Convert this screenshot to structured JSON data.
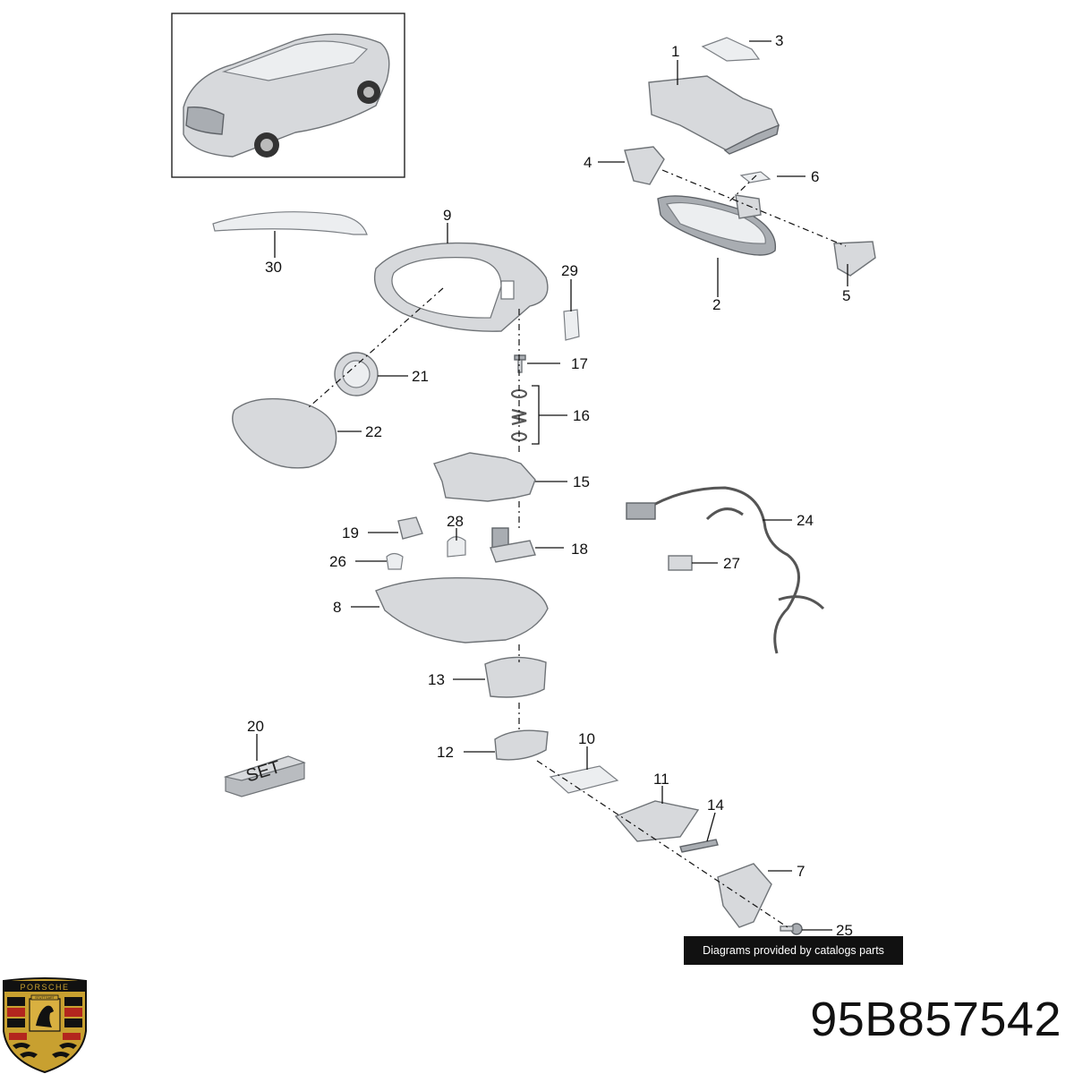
{
  "callouts": [
    {
      "id": "1",
      "label": "1"
    },
    {
      "id": "2",
      "label": "2"
    },
    {
      "id": "3",
      "label": "3"
    },
    {
      "id": "4",
      "label": "4"
    },
    {
      "id": "5",
      "label": "5"
    },
    {
      "id": "6",
      "label": "6"
    },
    {
      "id": "7",
      "label": "7"
    },
    {
      "id": "8",
      "label": "8"
    },
    {
      "id": "9",
      "label": "9"
    },
    {
      "id": "10",
      "label": "10"
    },
    {
      "id": "11",
      "label": "11"
    },
    {
      "id": "12",
      "label": "12"
    },
    {
      "id": "13",
      "label": "13"
    },
    {
      "id": "14",
      "label": "14"
    },
    {
      "id": "15",
      "label": "15"
    },
    {
      "id": "16",
      "label": "16"
    },
    {
      "id": "17",
      "label": "17"
    },
    {
      "id": "18",
      "label": "18"
    },
    {
      "id": "19",
      "label": "19"
    },
    {
      "id": "20",
      "label": "20"
    },
    {
      "id": "21",
      "label": "21"
    },
    {
      "id": "22",
      "label": "22"
    },
    {
      "id": "24",
      "label": "24"
    },
    {
      "id": "25",
      "label": "25"
    },
    {
      "id": "26",
      "label": "26"
    },
    {
      "id": "27",
      "label": "27"
    },
    {
      "id": "28",
      "label": "28"
    },
    {
      "id": "29",
      "label": "29"
    },
    {
      "id": "30",
      "label": "30"
    }
  ],
  "set_label": "SET",
  "credit": "Diagrams provided by catalogs parts",
  "part_number": "95B857542",
  "logo": {
    "wordmark": "PORSCHE",
    "city": "STUTTGART",
    "colors": {
      "gold": "#c8a030",
      "red": "#b3261e",
      "black": "#111111"
    }
  }
}
